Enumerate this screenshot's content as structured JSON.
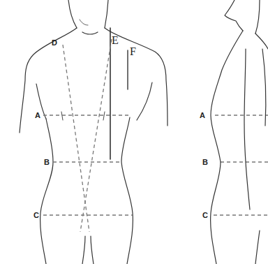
{
  "diagram": {
    "labels": [
      "D",
      "E",
      "F",
      "A",
      "B",
      "C",
      "A",
      "B",
      "C"
    ]
  }
}
